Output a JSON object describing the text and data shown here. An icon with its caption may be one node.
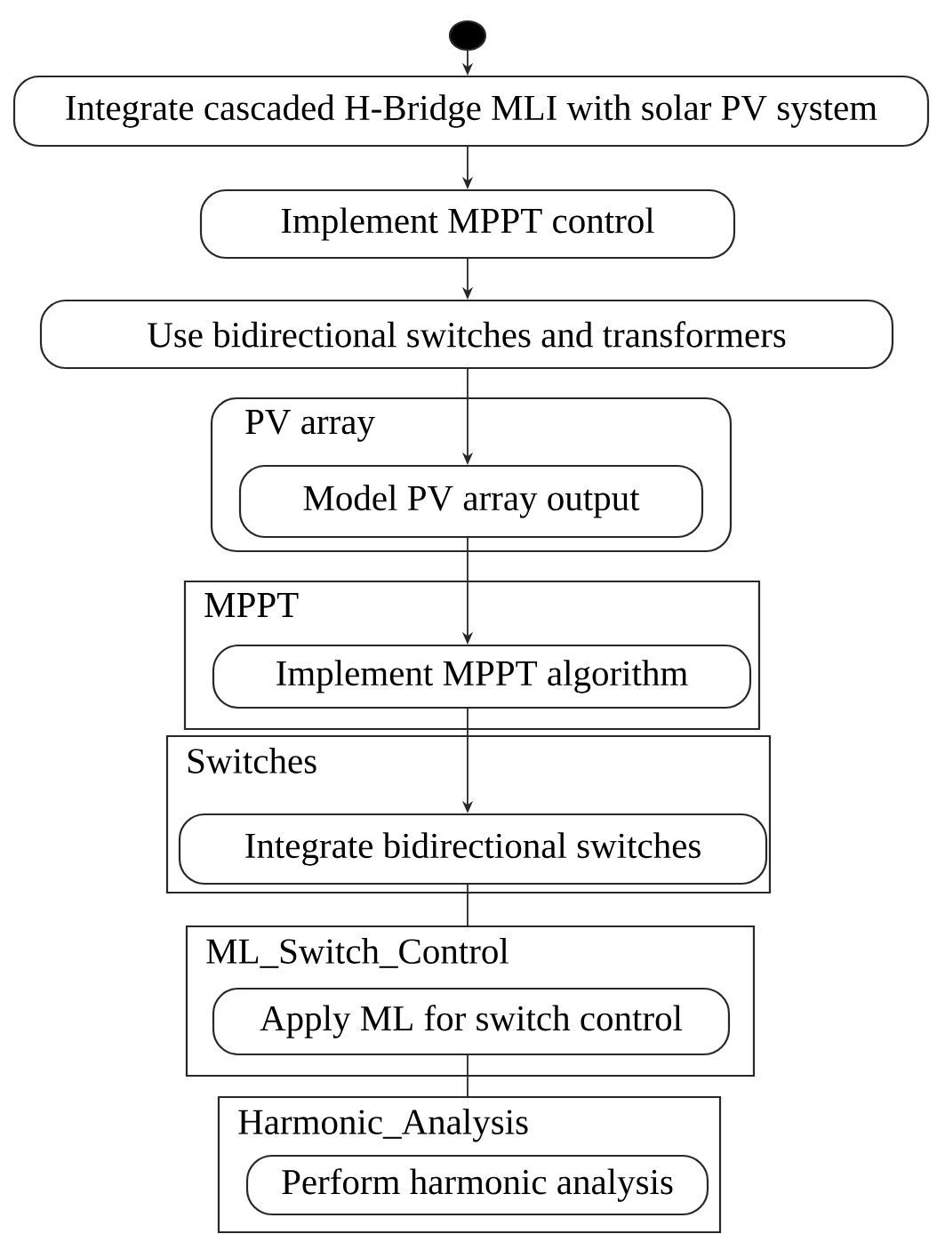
{
  "diagram": {
    "nodes": [
      {
        "text": [],
        "shape": "circle"
      },
      {
        "text": [
          "Integrate cascaded H-Bridge MLI with solar PV system"
        ]
      },
      {
        "text": [
          "Implement MPPT control"
        ]
      },
      {
        "text": [
          "Use bidirectional switches and transformers"
        ]
      },
      {
        "text": [
          "PV array"
        ]
      },
      {
        "text": [
          "Model PV array output"
        ],
        "in": 4
      },
      {
        "text": [
          "MPPT"
        ]
      },
      {
        "text": [
          "Implement MPPT algorithm"
        ],
        "in": 6
      },
      {
        "text": [
          "Switches"
        ]
      },
      {
        "text": [
          "Integrate bidirectional switches"
        ],
        "in": 8
      },
      {
        "text": [
          "ML_Switch_Control"
        ]
      },
      {
        "text": [
          "Apply ML for switch control"
        ],
        "in": 10
      },
      {
        "text": [
          "Harmonic_Analysis"
        ]
      },
      {
        "text": [
          "Perform harmonic analysis"
        ],
        "in": 12
      }
    ],
    "edges": [
      {
        "from": 0,
        "to": 1,
        "arrow": "to"
      },
      {
        "from": 1,
        "to": 2,
        "arrow": "to"
      },
      {
        "from": 2,
        "to": 3,
        "arrow": "to"
      },
      {
        "from": 3,
        "to": 5,
        "arrow": "to"
      },
      {
        "from": 5,
        "to": 7,
        "arrow": "to"
      },
      {
        "from": 7,
        "to": 9,
        "arrow": "to"
      },
      {
        "from": 9,
        "to": 10,
        "arrow": "none"
      },
      {
        "from": 11,
        "to": 12,
        "arrow": "none"
      }
    ]
  }
}
